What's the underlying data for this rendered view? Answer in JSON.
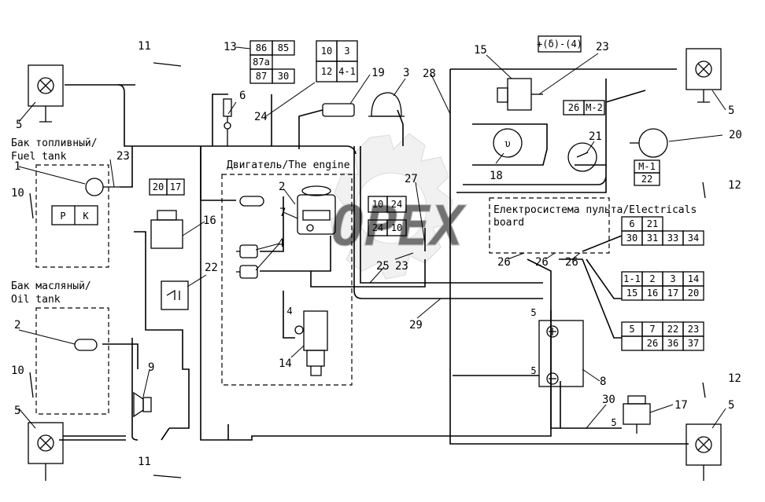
{
  "watermark": "OPEX",
  "sections": {
    "fuel_tank": "Бак топливный/\nFuel tank",
    "oil_tank": "Бак масляный/\nOil tank",
    "engine": "Двигатель/The engine",
    "electrical_board": "Електросистема пульта/Electricals\nboard"
  },
  "labels": [
    {
      "id": "n5a",
      "text": "5"
    },
    {
      "id": "n5b",
      "text": "5"
    },
    {
      "id": "n5c",
      "text": "5"
    },
    {
      "id": "n5d",
      "text": "5"
    },
    {
      "id": "n11a",
      "text": "11"
    },
    {
      "id": "n11b",
      "text": "11"
    },
    {
      "id": "n13",
      "text": "13"
    },
    {
      "id": "n6",
      "text": "6"
    },
    {
      "id": "n24a",
      "text": "24"
    },
    {
      "id": "n19",
      "text": "19"
    },
    {
      "id": "n3",
      "text": "3"
    },
    {
      "id": "n28",
      "text": "28"
    },
    {
      "id": "n15",
      "text": "15"
    },
    {
      "id": "n23a",
      "text": "23"
    },
    {
      "id": "n1",
      "text": "1"
    },
    {
      "id": "n23b",
      "text": "23"
    },
    {
      "id": "n10a",
      "text": "10"
    },
    {
      "id": "n10b",
      "text": "10"
    },
    {
      "id": "n2a",
      "text": "2"
    },
    {
      "id": "n7",
      "text": "7"
    },
    {
      "id": "n4",
      "text": "4"
    },
    {
      "id": "n16",
      "text": "16"
    },
    {
      "id": "n22",
      "text": "22"
    },
    {
      "id": "n27",
      "text": "27"
    },
    {
      "id": "n23c",
      "text": "23"
    },
    {
      "id": "n25",
      "text": "25"
    },
    {
      "id": "n29",
      "text": "29"
    },
    {
      "id": "n18",
      "text": "18"
    },
    {
      "id": "n21",
      "text": "21"
    },
    {
      "id": "n20",
      "text": "20"
    },
    {
      "id": "n12a",
      "text": "12"
    },
    {
      "id": "n12b",
      "text": "12"
    },
    {
      "id": "n26a",
      "text": "26"
    },
    {
      "id": "n26b",
      "text": "26"
    },
    {
      "id": "n26c",
      "text": "26"
    },
    {
      "id": "n2b",
      "text": "2"
    },
    {
      "id": "n9",
      "text": "9"
    },
    {
      "id": "n14",
      "text": "14"
    },
    {
      "id": "n8",
      "text": "8"
    },
    {
      "id": "n17",
      "text": "17"
    },
    {
      "id": "n30",
      "text": "30"
    },
    {
      "id": "n5e",
      "text": "5"
    },
    {
      "id": "n4b",
      "text": "4"
    },
    {
      "id": "n5f",
      "text": "5"
    },
    {
      "id": "n5g",
      "text": "5"
    }
  ],
  "connector_tables": {
    "relay": [
      [
        "86",
        "85"
      ],
      [
        "87a",
        ""
      ],
      [
        "87",
        "30"
      ]
    ],
    "top_right_block": [
      [
        "10",
        "3"
      ],
      [
        "12",
        "4-1"
      ]
    ],
    "fuel_sensor": [
      [
        "20",
        "17"
      ]
    ],
    "engine_a": [
      [
        "10",
        "24"
      ]
    ],
    "engine_b": [
      [
        "24",
        "10"
      ]
    ],
    "fuel_tank_pk": [
      [
        "P",
        "K"
      ]
    ],
    "head_top": [
      [
        "+(δ)-(4)"
      ]
    ],
    "m2": [
      [
        "26",
        "M-2"
      ]
    ],
    "m1": [
      [
        "M-1"
      ],
      [
        "22"
      ]
    ],
    "board1": [
      [
        "6",
        "21",
        "",
        ""
      ],
      [
        "30",
        "31",
        "33",
        "34"
      ]
    ],
    "board2": [
      [
        "1-1",
        "2",
        "3",
        "14"
      ],
      [
        "15",
        "16",
        "17",
        "20"
      ]
    ],
    "board3": [
      [
        "5",
        "7",
        "22",
        "23"
      ],
      [
        "",
        "26",
        "36",
        "37"
      ]
    ]
  }
}
